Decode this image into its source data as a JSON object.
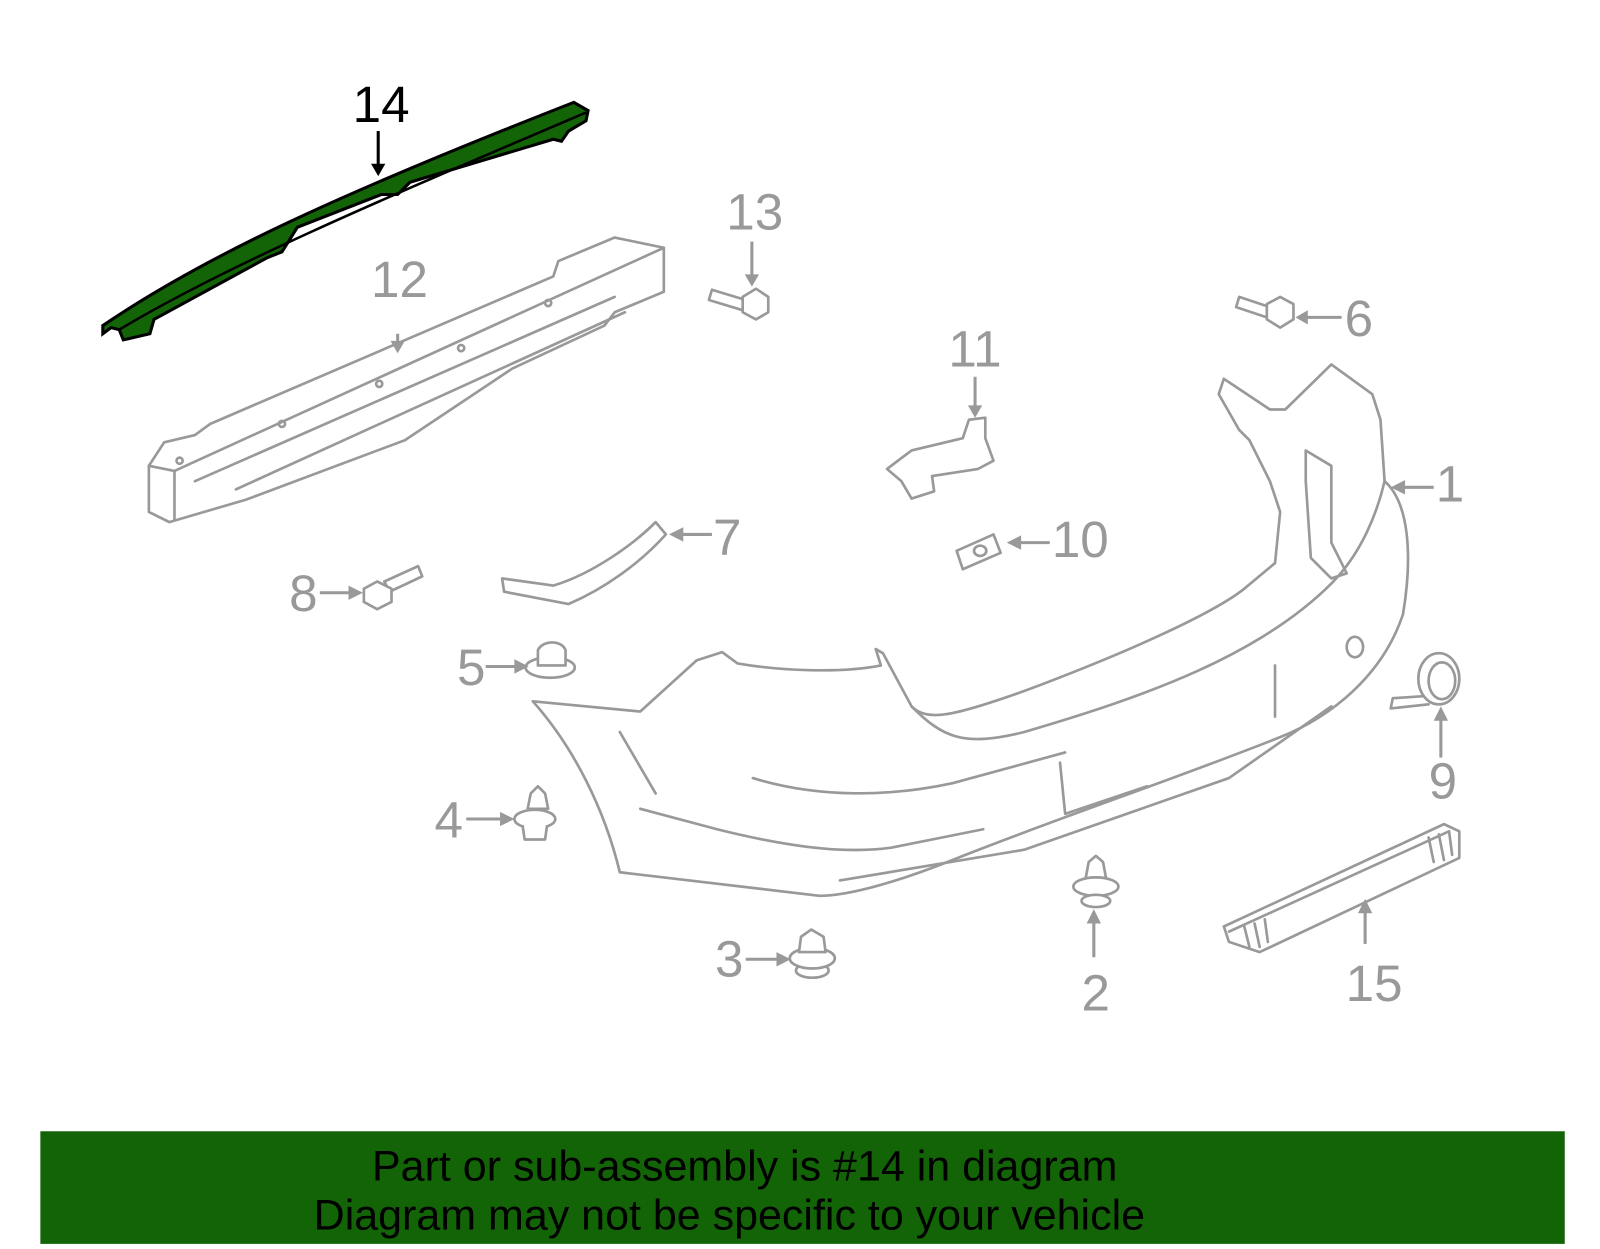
{
  "diagram": {
    "highlight_color": "#136307",
    "callout_color": "#999999",
    "highlighted_part": "14",
    "callouts": [
      "1",
      "2",
      "3",
      "4",
      "5",
      "6",
      "7",
      "8",
      "9",
      "10",
      "11",
      "12",
      "13",
      "14",
      "15"
    ]
  },
  "banner": {
    "line1": "Part or sub-assembly is #14 in diagram",
    "line2": "Diagram may not be specific to your vehicle",
    "color": "#136307"
  }
}
